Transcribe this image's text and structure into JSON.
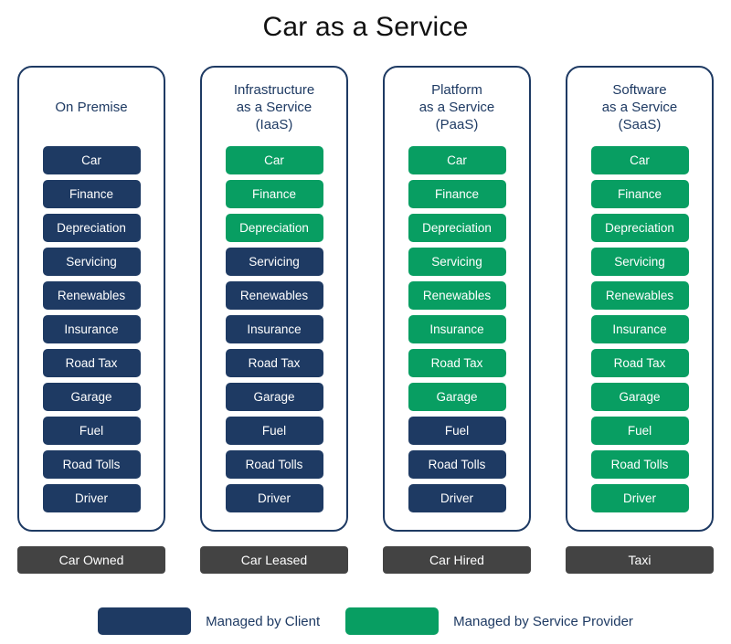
{
  "title": "Car as a Service",
  "colors": {
    "managed_by_client": "#1e3a63",
    "managed_by_service_provider": "#089e62",
    "card_border": "#1e3a63",
    "footer_bar": "#434343",
    "title_text": "#111111"
  },
  "rows": [
    "Car",
    "Finance",
    "Depreciation",
    "Servicing",
    "Renewables",
    "Insurance",
    "Road Tax",
    "Garage",
    "Fuel",
    "Road Tolls",
    "Driver"
  ],
  "columns": [
    {
      "header": "On Premise",
      "header_lines": [
        "On Premise"
      ],
      "footer": "Car Owned",
      "items": [
        {
          "label": "Car",
          "owner": "client"
        },
        {
          "label": "Finance",
          "owner": "client"
        },
        {
          "label": "Depreciation",
          "owner": "client"
        },
        {
          "label": "Servicing",
          "owner": "client"
        },
        {
          "label": "Renewables",
          "owner": "client"
        },
        {
          "label": "Insurance",
          "owner": "client"
        },
        {
          "label": "Road Tax",
          "owner": "client"
        },
        {
          "label": "Garage",
          "owner": "client"
        },
        {
          "label": "Fuel",
          "owner": "client"
        },
        {
          "label": "Road Tolls",
          "owner": "client"
        },
        {
          "label": "Driver",
          "owner": "client"
        }
      ]
    },
    {
      "header": "Infrastructure as a Service (IaaS)",
      "header_lines": [
        "Infrastructure",
        "as a Service",
        "(IaaS)"
      ],
      "footer": "Car Leased",
      "items": [
        {
          "label": "Car",
          "owner": "provider"
        },
        {
          "label": "Finance",
          "owner": "provider"
        },
        {
          "label": "Depreciation",
          "owner": "provider"
        },
        {
          "label": "Servicing",
          "owner": "client"
        },
        {
          "label": "Renewables",
          "owner": "client"
        },
        {
          "label": "Insurance",
          "owner": "client"
        },
        {
          "label": "Road Tax",
          "owner": "client"
        },
        {
          "label": "Garage",
          "owner": "client"
        },
        {
          "label": "Fuel",
          "owner": "client"
        },
        {
          "label": "Road Tolls",
          "owner": "client"
        },
        {
          "label": "Driver",
          "owner": "client"
        }
      ]
    },
    {
      "header": "Platform as a Service (PaaS)",
      "header_lines": [
        "Platform",
        "as a Service",
        "(PaaS)"
      ],
      "footer": "Car Hired",
      "items": [
        {
          "label": "Car",
          "owner": "provider"
        },
        {
          "label": "Finance",
          "owner": "provider"
        },
        {
          "label": "Depreciation",
          "owner": "provider"
        },
        {
          "label": "Servicing",
          "owner": "provider"
        },
        {
          "label": "Renewables",
          "owner": "provider"
        },
        {
          "label": "Insurance",
          "owner": "provider"
        },
        {
          "label": "Road Tax",
          "owner": "provider"
        },
        {
          "label": "Garage",
          "owner": "provider"
        },
        {
          "label": "Fuel",
          "owner": "client"
        },
        {
          "label": "Road Tolls",
          "owner": "client"
        },
        {
          "label": "Driver",
          "owner": "client"
        }
      ]
    },
    {
      "header": "Software as a Service (SaaS)",
      "header_lines": [
        "Software",
        "as a Service",
        "(SaaS)"
      ],
      "footer": "Taxi",
      "items": [
        {
          "label": "Car",
          "owner": "provider"
        },
        {
          "label": "Finance",
          "owner": "provider"
        },
        {
          "label": "Depreciation",
          "owner": "provider"
        },
        {
          "label": "Servicing",
          "owner": "provider"
        },
        {
          "label": "Renewables",
          "owner": "provider"
        },
        {
          "label": "Insurance",
          "owner": "provider"
        },
        {
          "label": "Road Tax",
          "owner": "provider"
        },
        {
          "label": "Garage",
          "owner": "provider"
        },
        {
          "label": "Fuel",
          "owner": "provider"
        },
        {
          "label": "Road Tolls",
          "owner": "provider"
        },
        {
          "label": "Driver",
          "owner": "provider"
        }
      ]
    }
  ],
  "legend": [
    {
      "key": "client",
      "label": "Managed by Client"
    },
    {
      "key": "provider",
      "label": "Managed by Service Provider"
    }
  ]
}
